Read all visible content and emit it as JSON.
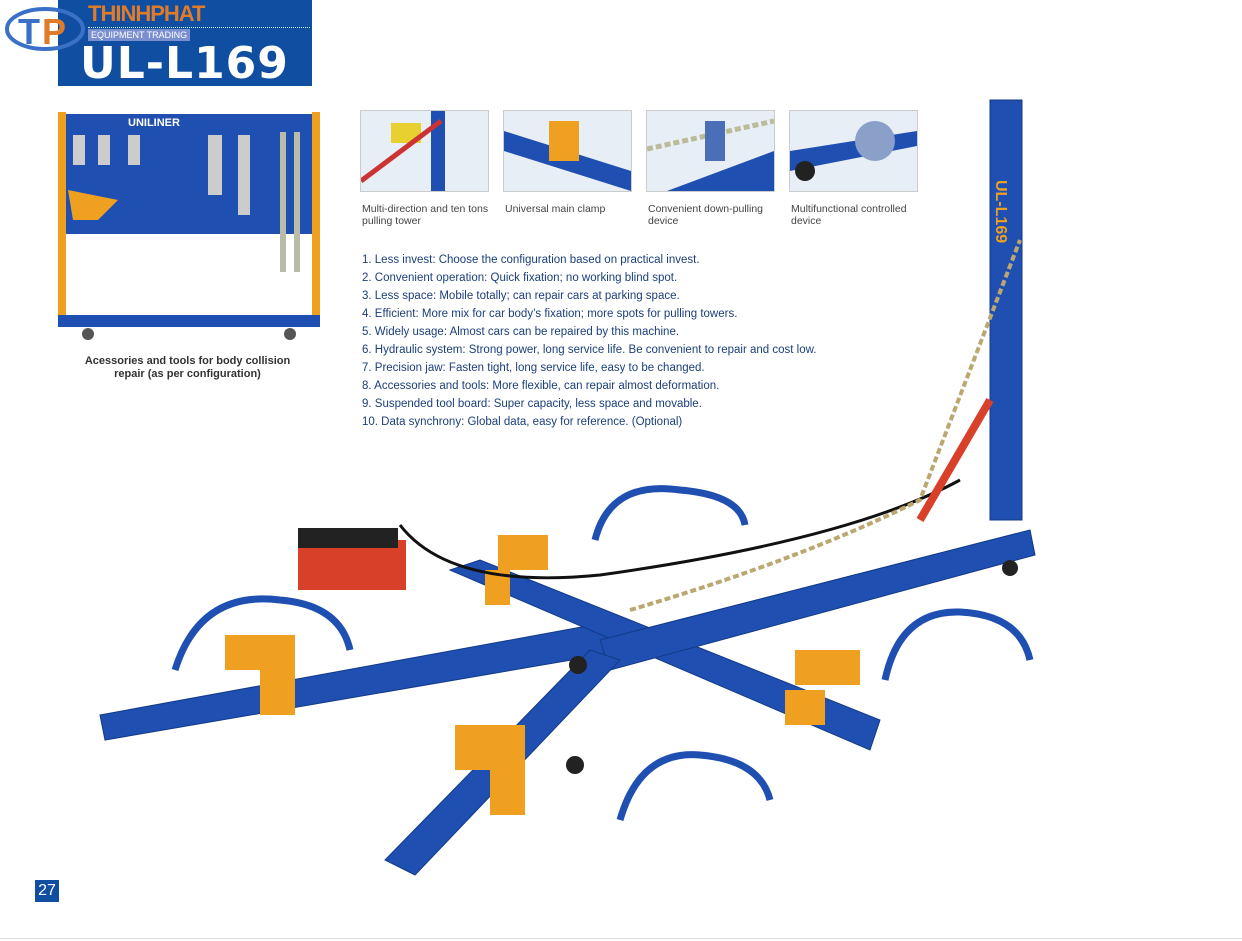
{
  "header": {
    "model": "UL-L169",
    "brand": "THINHPHAT",
    "brand_sub": "EQUIPMENT TRADING",
    "logo_letters": "TP"
  },
  "toolboard": {
    "brand_label": "UNILINER",
    "caption": "Acessories and tools for body collision repair (as per configuration)"
  },
  "thumbnails": [
    {
      "caption": "Multi-direction and ten tons pulling tower"
    },
    {
      "caption": "Universal main clamp"
    },
    {
      "caption": "Convenient down-pulling device"
    },
    {
      "caption": "Multifunctional controlled device"
    }
  ],
  "features": [
    "1. Less invest: Choose the configuration based on practical invest.",
    "2. Convenient operation: Quick fixation; no working blind spot.",
    "3. Less space: Mobile totally; can repair cars at parking space.",
    "4. Efficient: More mix for car body’s fixation; more spots for pulling towers.",
    "5. Widely usage: Almost cars can be repaired by this machine.",
    "6. Hydraulic system: Strong power, long service life. Be convenient to repair and cost low.",
    "7. Precision jaw: Fasten tight, long service life, easy to be changed.",
    "8. Accessories and tools: More flexible, can repair almost deformation.",
    "9. Suspended tool board: Super capacity, less space and movable.",
    "10. Data synchrony: Global data, easy for reference. (Optional)"
  ],
  "tower_label": "UL-L169",
  "page_number": "27",
  "colors": {
    "brand_blue": "#0f4ea0",
    "frame_blue": "#1f4fb0",
    "clamp_orange": "#f0a020",
    "logo_orange": "#e07b2a",
    "text_blue": "#1b3f7a"
  }
}
